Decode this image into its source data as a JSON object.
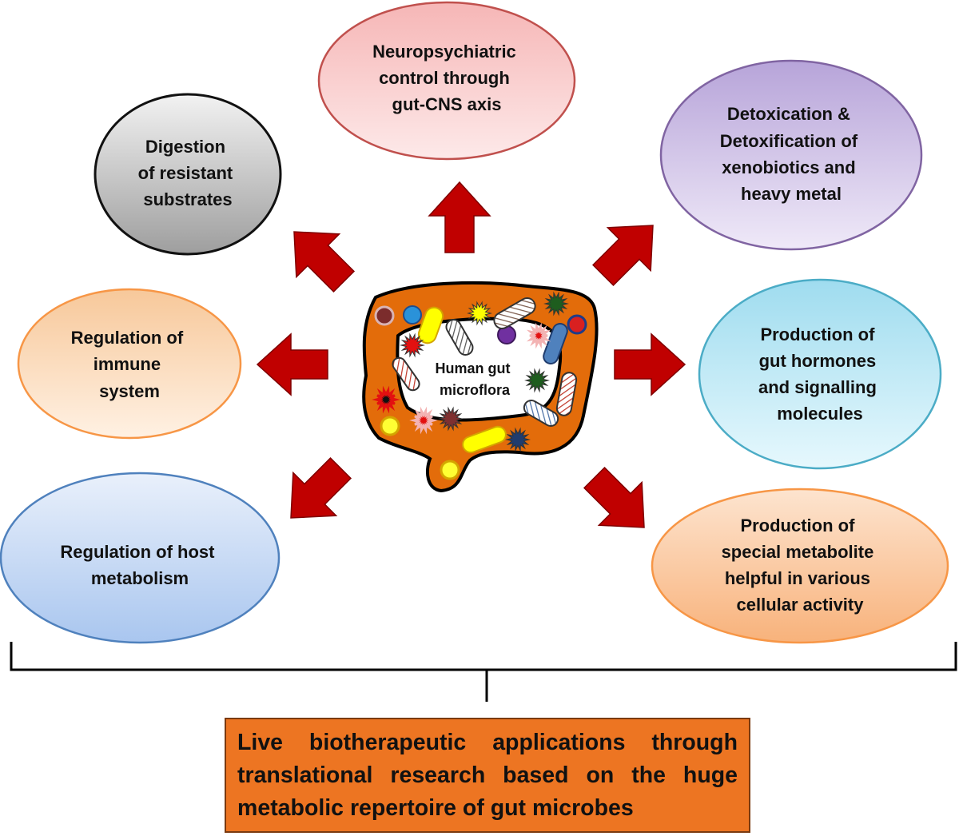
{
  "center": {
    "label_lines": [
      "Human gut",
      "microflora"
    ]
  },
  "functions": [
    {
      "id": "neuro",
      "lines": [
        "Neuropsychiatric",
        "control through",
        "gut-CNS axis"
      ]
    },
    {
      "id": "digestion",
      "lines": [
        "Digestion",
        "of resistant",
        "substrates"
      ]
    },
    {
      "id": "detox",
      "lines": [
        "Detoxication &",
        "Detoxification of",
        "xenobiotics and",
        "heavy metal"
      ]
    },
    {
      "id": "immune",
      "lines": [
        "Regulation of",
        "immune",
        "system"
      ]
    },
    {
      "id": "hormones",
      "lines": [
        "Production of",
        "gut hormones",
        "and signalling",
        "molecules"
      ]
    },
    {
      "id": "metabolism",
      "lines": [
        "Regulation of host",
        "metabolism"
      ]
    },
    {
      "id": "metabolite",
      "lines": [
        "Production of",
        "special metabolite",
        "helpful in various",
        "cellular activity"
      ]
    }
  ],
  "conclusion": {
    "text": "Live biotherapeutic applications through translational research based on the huge metabolic repertoire of gut microbes"
  },
  "colors": {
    "arrow": "#c00000",
    "arrow_outline": "#7f0000",
    "gut": "#e36c0a",
    "conclusion_box": "#ed7522"
  }
}
